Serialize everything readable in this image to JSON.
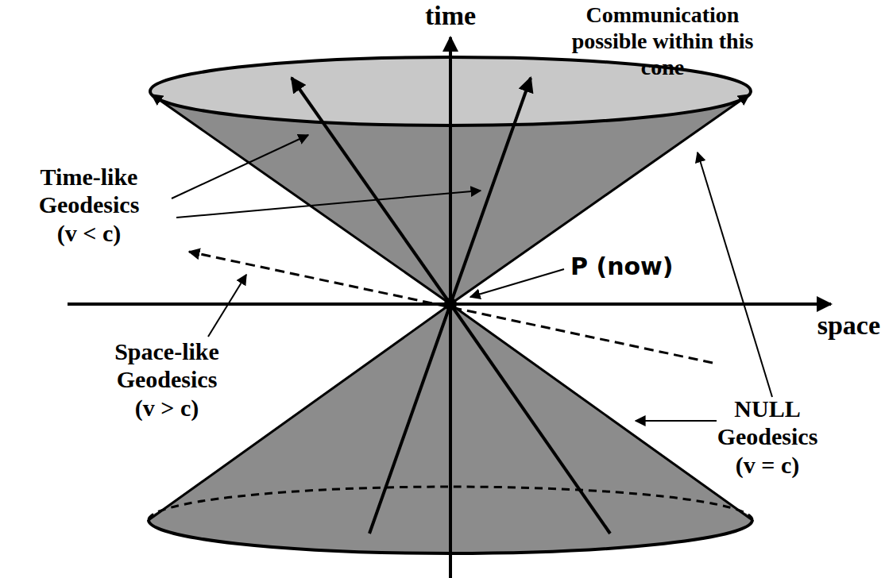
{
  "diagram": {
    "labels": [
      "time",
      "Communication possible within this cone",
      "Time-like Geodesics (v < c)",
      "P (now)",
      "space",
      "Space-like Geodesics (v > c)",
      "NULL Geodesics (v = c)"
    ]
  }
}
